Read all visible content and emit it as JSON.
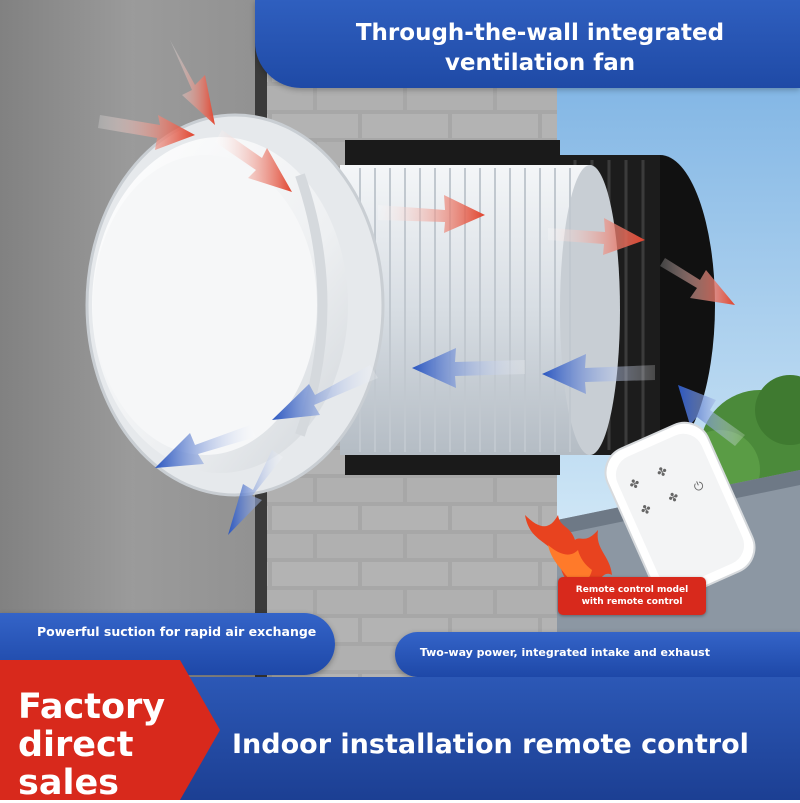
{
  "title": {
    "line1": "Through-the-wall integrated",
    "line2": "ventilation fan"
  },
  "features": {
    "suction": "Powerful suction for rapid air exchange",
    "two_way": "Two-way power, integrated intake and exhaust"
  },
  "badge": {
    "line1": "Remote control model",
    "line2": "with remote control"
  },
  "bottom": {
    "factory_line1": "Factory",
    "factory_line2": "direct",
    "factory_line3": "sales",
    "tagline": "Indoor installation remote control"
  },
  "colors": {
    "brand_blue": "#2555b8",
    "accent_red": "#d8291c",
    "intake_arrow": "#e0442e",
    "exhaust_arrow": "#2a56c0"
  },
  "icons": {
    "remote_buttons": [
      "fan-icon",
      "fan-icon",
      "fan-icon",
      "fan-icon",
      "power-icon"
    ]
  }
}
